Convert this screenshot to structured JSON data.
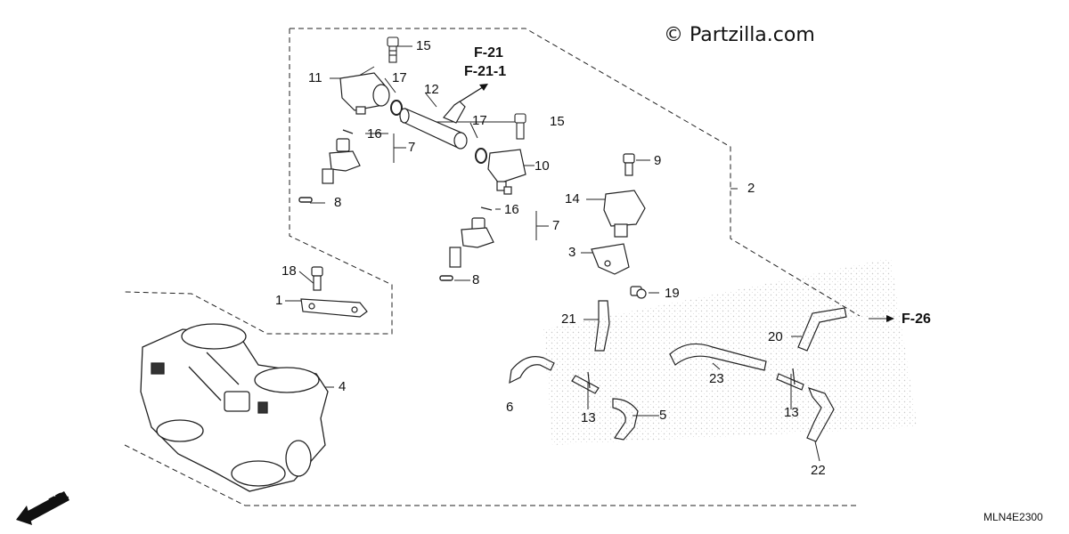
{
  "watermark": "© Partzilla.com",
  "diagram_code": "MLN4E2300",
  "front_indicator": "FR.",
  "references": {
    "fuel_rail_ref_1": "F-21",
    "fuel_rail_ref_2": "F-21-1",
    "vent_ref": "F-26"
  },
  "callouts": {
    "c1": "1",
    "c2": "2",
    "c3": "3",
    "c4": "4",
    "c5": "5",
    "c6": "6",
    "c7a": "7",
    "c7b": "7",
    "c8a": "8",
    "c8b": "8",
    "c9": "9",
    "c10": "10",
    "c11": "11",
    "c12": "12",
    "c13a": "13",
    "c13b": "13",
    "c14": "14",
    "c15a": "15",
    "c15b": "15",
    "c16a": "16",
    "c16b": "16",
    "c17a": "17",
    "c17b": "17",
    "c18": "18",
    "c19": "19",
    "c20": "20",
    "c21": "21",
    "c22": "22",
    "c23": "23"
  }
}
